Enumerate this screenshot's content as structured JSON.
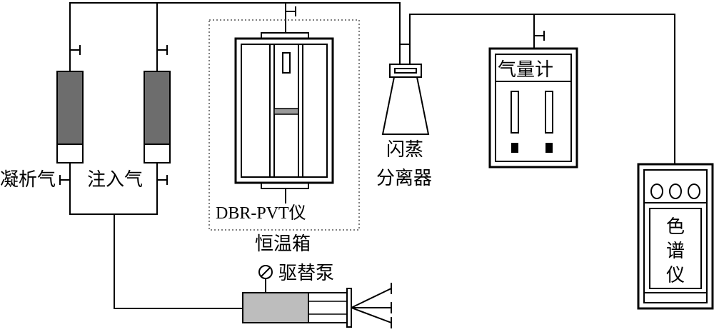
{
  "labels": {
    "condensate_gas": "凝析气",
    "injection_gas": "注入气",
    "pvt_apparatus": "DBR-PVT仪",
    "thermostat": "恒温箱",
    "flash_separator_line1": "闪蒸",
    "flash_separator_line2": "分离器",
    "gas_meter": "气量计",
    "chromatograph_line1": "色",
    "chromatograph_line2": "谱",
    "chromatograph_line3": "仪",
    "displacement_pump": "驱替泵"
  },
  "colors": {
    "line": "#000000",
    "cylinder_fill": "#6d6d6d",
    "pump_fill": "#bdbdbd",
    "thermostat_border": "#555555",
    "background": "#ffffff"
  }
}
